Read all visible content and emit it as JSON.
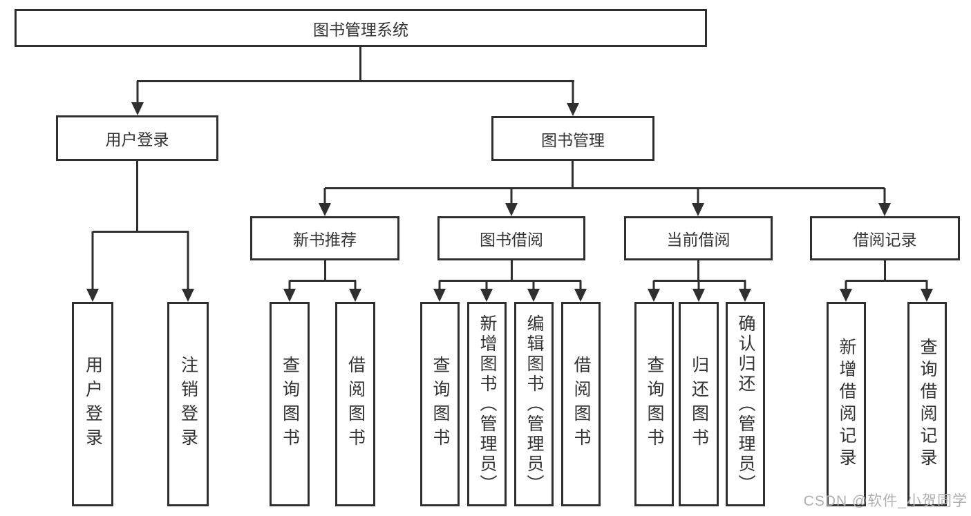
{
  "colors": {
    "background": "#ffffff",
    "line": "#2f2f2f",
    "text": "#333333",
    "watermark": "#b0b0b0"
  },
  "tree": {
    "label": "图书管理系统",
    "children": [
      {
        "label": "用户登录",
        "children": [
          {
            "label": "用户登录"
          },
          {
            "label": "注销登录"
          }
        ]
      },
      {
        "label": "图书管理",
        "children": [
          {
            "label": "新书推荐",
            "children": [
              {
                "label": "查询图书"
              },
              {
                "label": "借阅图书"
              }
            ]
          },
          {
            "label": "图书借阅",
            "children": [
              {
                "label": "查询图书"
              },
              {
                "label": "新增图书（管理员）"
              },
              {
                "label": "编辑图书（管理员）"
              },
              {
                "label": "借阅图书"
              }
            ]
          },
          {
            "label": "当前借阅",
            "children": [
              {
                "label": "查询图书"
              },
              {
                "label": "归还图书"
              },
              {
                "label": "确认归还（管理员）"
              }
            ]
          },
          {
            "label": "借阅记录",
            "children": [
              {
                "label": "新增借阅记录"
              },
              {
                "label": "查询借阅记录"
              }
            ]
          }
        ]
      }
    ]
  },
  "watermark": {
    "text": "CSDN @软件_小贺同学"
  }
}
